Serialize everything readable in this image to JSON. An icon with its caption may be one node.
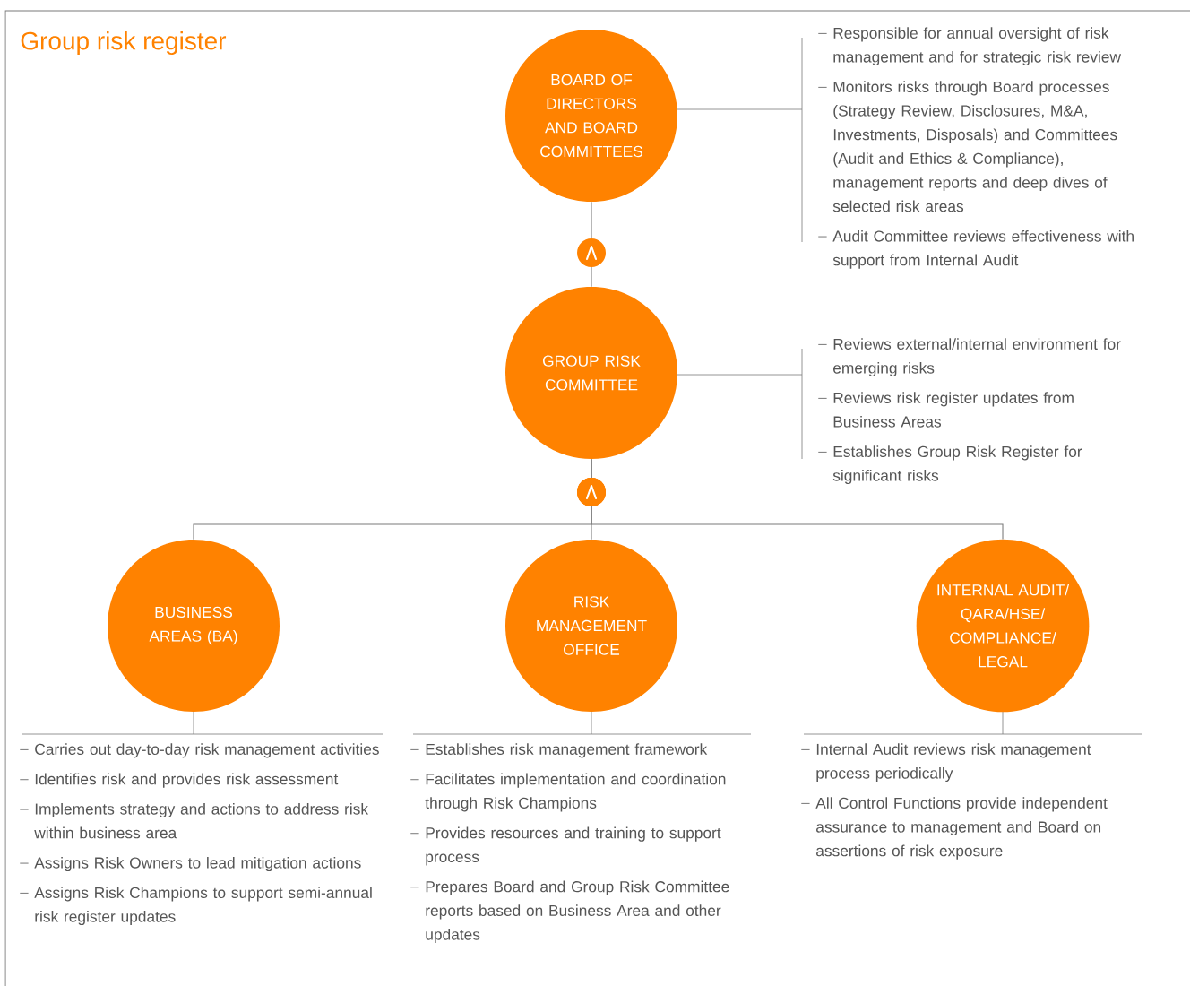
{
  "diagram": {
    "title": "Group risk register",
    "nodes": [
      {
        "text": [
          "BOARD OF DIRECTORS AND BOARD COMMITTEES"
        ],
        "beside": [
          "Responsible for annual oversight of risk management and for strategic risk review",
          "Monitors risks through Board processes (Strategy Review, Disclosures, M&A, Investments, Disposals) and Committees (Audit and Ethics & Compliance), management reports and deep dives of selected risk areas",
          "Audit Committee reviews effectiveness with support from Internal Audit"
        ]
      },
      {
        "text": [
          "GROUP RISK COMMITTEE"
        ],
        "beside": [
          "Reviews external/internal environment for emerging risks",
          "Reviews risk register updates from Business Areas",
          "Establishes Group Risk Register for significant risks"
        ]
      },
      {
        "text": [
          "BUSINESS AREAS (BA)"
        ],
        "beside": [
          "Carries out day-to-day risk management activities",
          "Identifies risk and provides risk assessment",
          "Implements strategy and actions to address risk within business area",
          "Assigns Risk Owners to lead mitigation actions",
          "Assigns Risk Champions to support semi-annual risk register updates"
        ]
      },
      {
        "text": [
          "RISK MANAGEMENT OFFICE"
        ],
        "beside": [
          "Establishes risk management framework",
          "Facilitates implementation and coordination through Risk Champions",
          "Provides resources and training to support process",
          "Prepares Board and Group Risk Committee reports based on Business Area and other updates"
        ]
      },
      {
        "text": [
          "INTERNAL AUDIT/ QARA/HSE/ COMPLIANCE/ LEGAL"
        ],
        "beside": [
          "Internal Audit reviews risk management process periodically",
          "All Control Functions provide independent assurance to management and Board on assertions of risk exposure"
        ]
      }
    ],
    "edges": [
      {
        "from": 1,
        "to": 0,
        "arrow": "to"
      },
      {
        "from": 2,
        "to": 1,
        "arrow": "to"
      },
      {
        "from": 3,
        "to": 1,
        "arrow": "to"
      },
      {
        "from": 4,
        "to": 1,
        "arrow": "to"
      }
    ]
  }
}
